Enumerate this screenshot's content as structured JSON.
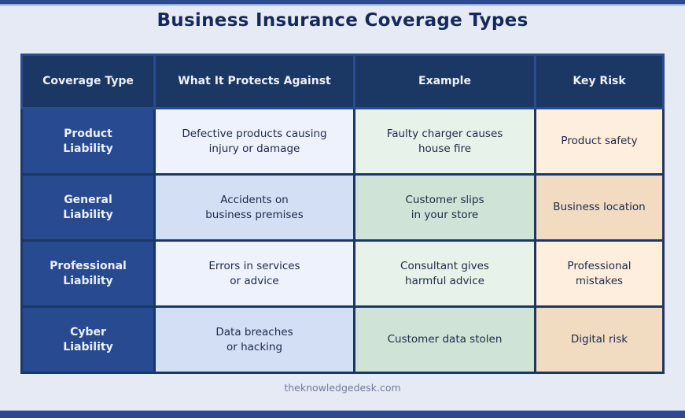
{
  "title": "Business Insurance Coverage Types",
  "footer": "theknowledgedesk.com",
  "colors": {
    "page_background": "#e5eaf4",
    "accent_bar": "#2a4b8f",
    "header_background": "#1b3764",
    "header_divider": "#2a4b8f",
    "row_header_background": "#274a90",
    "grid_line": "#1b3764",
    "protects_tint_light": "#edf2fc",
    "protects_tint_dark": "#d3dff4",
    "example_tint_light": "#e7f2ea",
    "example_tint_dark": "#cfe4d7",
    "risk_tint_light": "#fdeedd",
    "risk_tint_dark": "#f1dcc2",
    "title_text": "#16295c",
    "body_text": "#1e2947",
    "light_text": "#edf1f9",
    "footer_text": "#6e7c9c"
  },
  "table": {
    "headers": [
      "Coverage Type",
      "What It Protects Against",
      "Example",
      "Key Risk"
    ],
    "rows": [
      {
        "type": "Product\nLiability",
        "protects": "Defective products causing\ninjury or damage",
        "example": "Faulty charger causes\nhouse fire",
        "risk": "Product safety"
      },
      {
        "type": "General\nLiability",
        "protects": "Accidents on\nbusiness premises",
        "example": "Customer slips\nin your store",
        "risk": "Business location"
      },
      {
        "type": "Professional\nLiability",
        "protects": "Errors in services\nor advice",
        "example": "Consultant gives\nharmful advice",
        "risk": "Professional\nmistakes"
      },
      {
        "type": "Cyber\nLiability",
        "protects": "Data breaches\nor hacking",
        "example": "Customer data stolen",
        "risk": "Digital risk"
      }
    ]
  }
}
